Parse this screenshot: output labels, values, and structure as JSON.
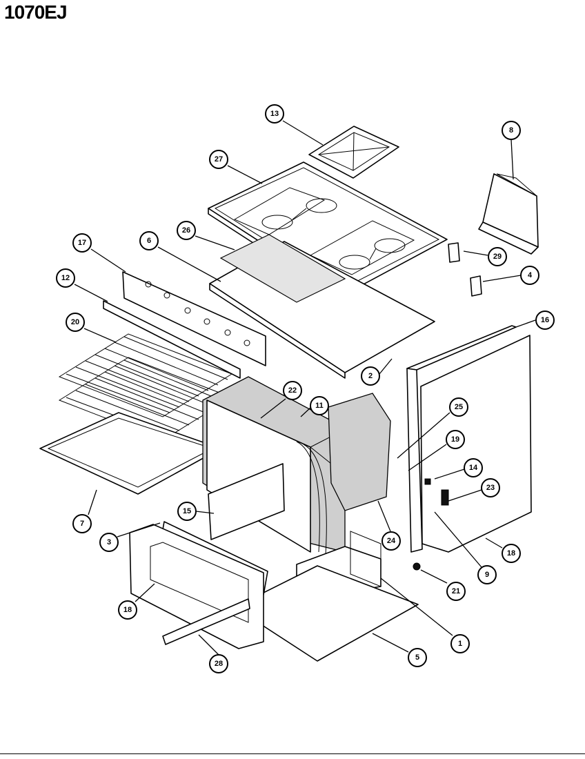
{
  "model": "1070EJ",
  "callouts": [
    {
      "id": "c13",
      "label": "13"
    },
    {
      "id": "c8",
      "label": "8"
    },
    {
      "id": "c27",
      "label": "27"
    },
    {
      "id": "c26",
      "label": "26"
    },
    {
      "id": "c6",
      "label": "6"
    },
    {
      "id": "c17",
      "label": "17"
    },
    {
      "id": "c29",
      "label": "29"
    },
    {
      "id": "c4",
      "label": "4"
    },
    {
      "id": "c12",
      "label": "12"
    },
    {
      "id": "c16",
      "label": "16"
    },
    {
      "id": "c20",
      "label": "20"
    },
    {
      "id": "c2",
      "label": "2"
    },
    {
      "id": "c22",
      "label": "22"
    },
    {
      "id": "c11",
      "label": "11"
    },
    {
      "id": "c25",
      "label": "25"
    },
    {
      "id": "c19",
      "label": "19"
    },
    {
      "id": "c14",
      "label": "14"
    },
    {
      "id": "c23",
      "label": "23"
    },
    {
      "id": "c7",
      "label": "7"
    },
    {
      "id": "c15",
      "label": "15"
    },
    {
      "id": "c3",
      "label": "3"
    },
    {
      "id": "c24",
      "label": "24"
    },
    {
      "id": "c18r",
      "label": "18"
    },
    {
      "id": "c9",
      "label": "9"
    },
    {
      "id": "c21",
      "label": "21"
    },
    {
      "id": "c18l",
      "label": "18"
    },
    {
      "id": "c1",
      "label": "1"
    },
    {
      "id": "c5",
      "label": "5"
    },
    {
      "id": "c28",
      "label": "28"
    }
  ]
}
